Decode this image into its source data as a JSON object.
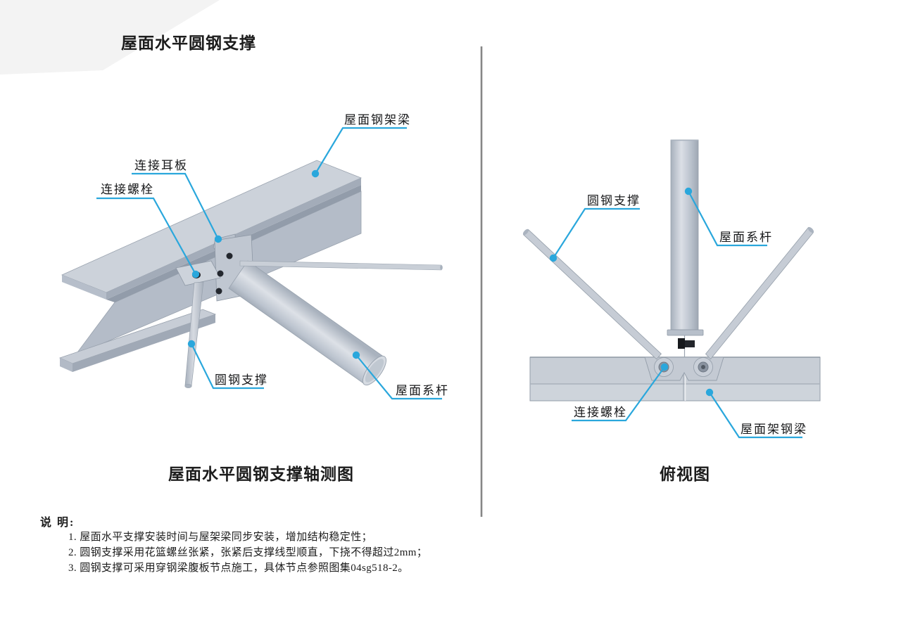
{
  "page": {
    "title": "屋面水平圆钢支撑"
  },
  "left_diagram": {
    "caption": "屋面水平圆钢支撑轴测图",
    "labels": {
      "roof_frame_beam": "屋面钢架梁",
      "ear_plate": "连接耳板",
      "bolt": "连接螺栓",
      "round_steel_brace": "圆钢支撑",
      "roof_tie_rod": "屋面系杆"
    }
  },
  "right_diagram": {
    "caption": "俯视图",
    "labels": {
      "round_steel_brace": "圆钢支撑",
      "roof_tie_rod": "屋面系杆",
      "bolt": "连接螺栓",
      "roof_frame_beam": "屋面架钢梁"
    }
  },
  "notes": {
    "heading": "说 明:",
    "items": [
      "1. 屋面水平支撑安装时间与屋架梁同步安装，增加结构稳定性；",
      "2. 圆钢支撑采用花篮螺丝张紧，张紧后支撑线型顺直，下挠不得超过2mm；",
      "3. 圆钢支撑可采用穿钢梁腹板节点施工，具体节点参照图集04sg518-2。"
    ]
  },
  "colors": {
    "leader_cyan": "#2aa7dc",
    "steel_light": "#ccd2da",
    "steel_mid": "#b4bcc8",
    "steel_dark": "#9aa3af",
    "bolt_black": "#1d2026",
    "divider_gray": "#868686"
  }
}
